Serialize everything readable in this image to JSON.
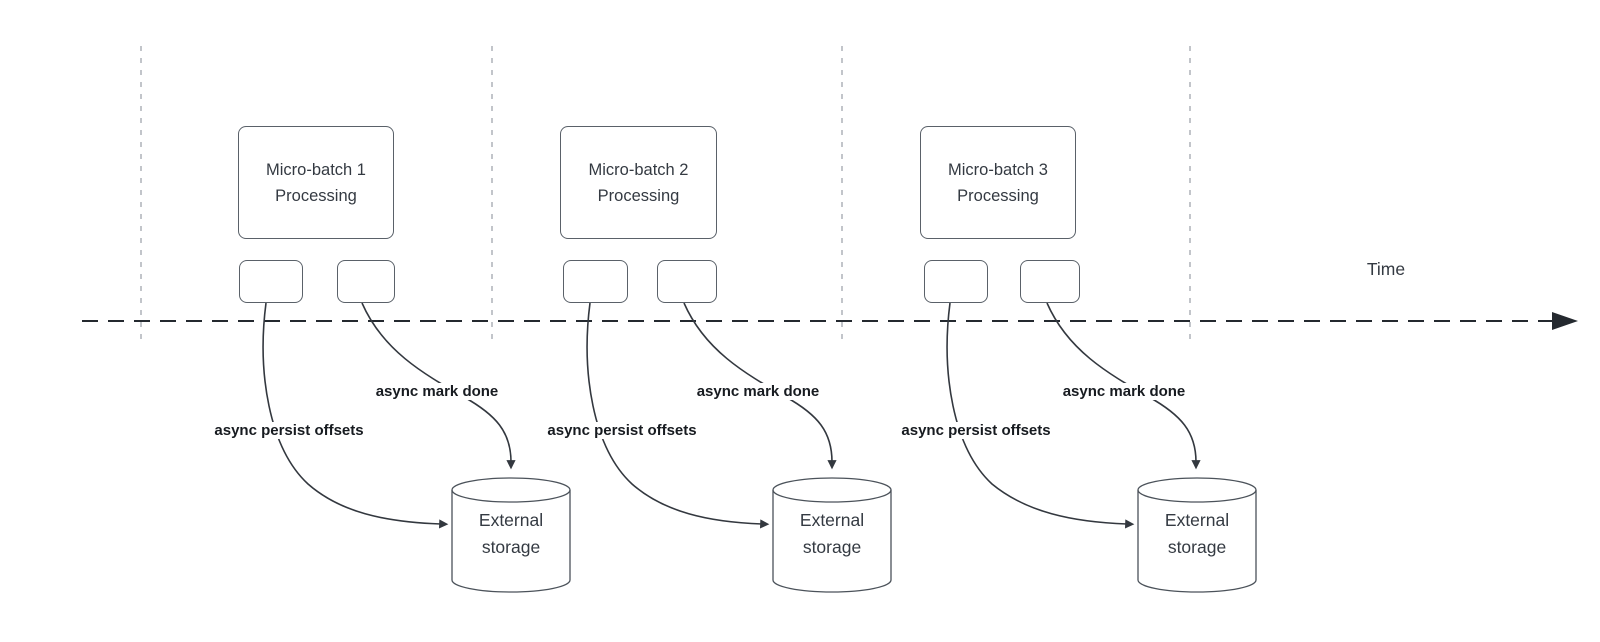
{
  "diagram": {
    "time_label": "Time",
    "colors": {
      "background": "#ffffff",
      "line": "#33383f",
      "guide": "#aeb2b8",
      "box_border": "#5a6169",
      "node_text": "#343a42",
      "bold_label_text": "#171b20"
    },
    "columns": [
      {
        "batch_label": "Micro-batch 1\nProcessing",
        "persist_label": "async persist offsets",
        "done_label": "async mark done",
        "storage_label": "External\nstorage"
      },
      {
        "batch_label": "Micro-batch 2\nProcessing",
        "persist_label": "async persist offsets",
        "done_label": "async mark done",
        "storage_label": "External\nstorage"
      },
      {
        "batch_label": "Micro-batch 3\nProcessing",
        "persist_label": "async persist offsets",
        "done_label": "async mark done",
        "storage_label": "External\nstorage"
      }
    ]
  }
}
